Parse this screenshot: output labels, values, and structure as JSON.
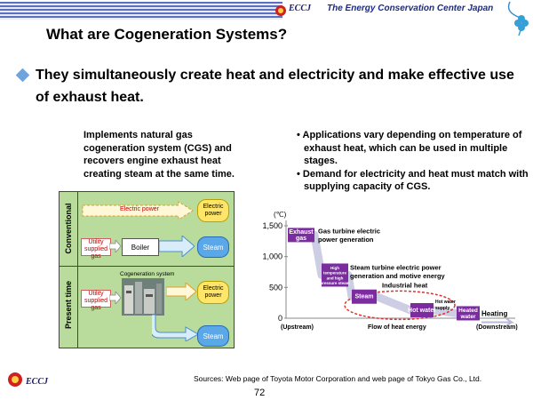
{
  "header": {
    "org_logo": "ECCJ",
    "org_name": "The Energy Conservation Center Japan"
  },
  "slide": {
    "title": "What are Cogeneration Systems?",
    "bullet": "They simultaneously create heat and electricity and make effective use of exhaust heat.",
    "left_text": "Implements natural gas cogeneration system (CGS) and recovers engine exhaust heat creating steam at the same time.",
    "right_points": [
      "Applications vary depending on temperature of exhaust heat, which can be used in multiple stages.",
      "Demand for electricity and heat must match with supplying capacity of CGS."
    ],
    "sources": "Sources: Web page of Toyota Motor Corporation and web page of Tokyo Gas Co., Ltd.",
    "page_number": "72",
    "footer_logo": "ECCJ"
  },
  "system_diagram": {
    "row_conventional": "Conventional",
    "row_present": "Present time",
    "electric_power_label": "Electric power",
    "electric_power_box": "Electric power",
    "utility_gas": "Utility supplied gas",
    "boiler": "Boiler",
    "steam": "Steam",
    "cogeneration_system": "Cogeneration system",
    "utility_gas_2": "Utility supplied gas",
    "electric_power_box_2": "Electric power",
    "steam_2": "Steam"
  },
  "chart_data": {
    "type": "diagram",
    "unit_label": "(℃)",
    "y_ticks": [
      "1,500",
      "1,000",
      "500",
      "0"
    ],
    "ylim": [
      0,
      1500
    ],
    "x_labels": {
      "left": "(Upstream)",
      "center": "Flow of heat energy",
      "right": "(Downstream)"
    },
    "stages": [
      {
        "label": "Exhaust gas",
        "temp": 1350,
        "desc": "Gas turbine electric power generation"
      },
      {
        "label": "High temperature and high pressure steam",
        "temp": 700,
        "desc": "Steam turbine electric power generation and motive energy"
      },
      {
        "label": "Steam",
        "temp": 350,
        "desc": "Industrial heat"
      },
      {
        "label": "Hot water",
        "temp": 130,
        "desc": "Hot water supply"
      },
      {
        "label": "Heated water",
        "temp": 80,
        "desc": "Heating"
      }
    ]
  }
}
